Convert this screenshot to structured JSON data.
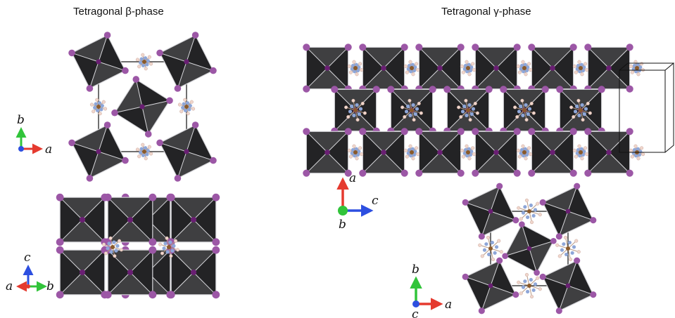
{
  "titles": {
    "beta": "Tetragonal β-phase",
    "gamma": "Tetragonal γ-phase"
  },
  "axes": [
    {
      "id": "beta-top",
      "up": "b",
      "right": "a",
      "origin_dot": ""
    },
    {
      "id": "beta-bottom",
      "up": "c",
      "left": "a",
      "right": "b",
      "origin_dot": ""
    },
    {
      "id": "gamma-side",
      "up": "a",
      "right": "c",
      "origin_dot": "b"
    },
    {
      "id": "gamma-bottom",
      "up": "b",
      "right": "a",
      "origin_dot": "c"
    }
  ],
  "colors": {
    "octahedron": "#3f3f41",
    "octahedron_dark": "#232325",
    "edge": "#d8d8dc",
    "iodide": "#9c57a6",
    "lead": "#6a1f73",
    "axis_red": "#e53a2f",
    "axis_green": "#31c43a",
    "axis_blue": "#2d4fe0",
    "cell": "#111111",
    "organic_n": "#8ea6d8",
    "organic_c": "#8a5a2b",
    "organic_h": "#f0d6cc"
  }
}
